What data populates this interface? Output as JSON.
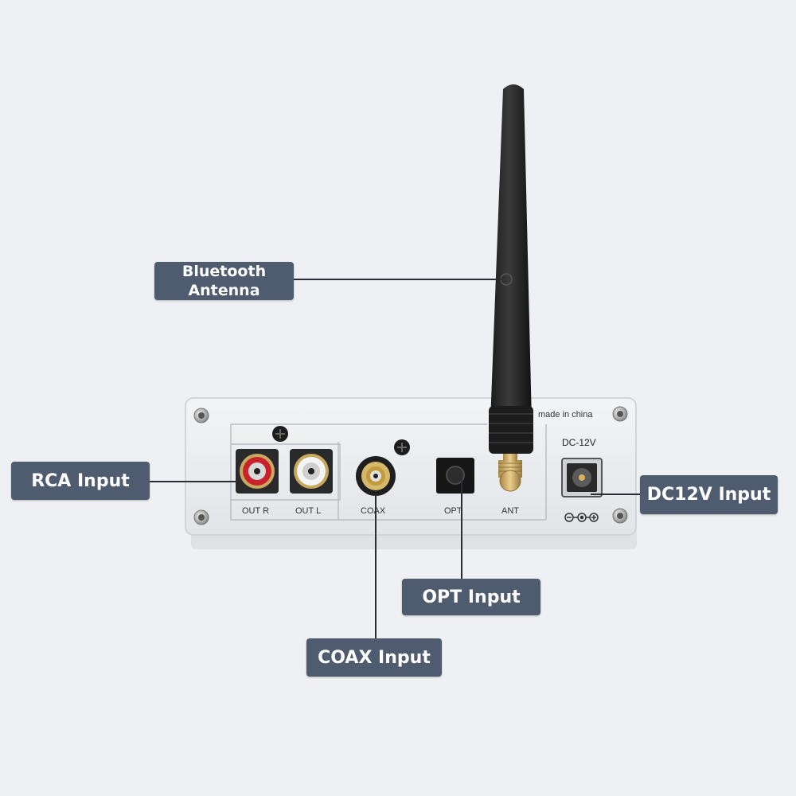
{
  "callouts": {
    "bluetooth_line1": "Bluetooth",
    "bluetooth_line2": "Antenna",
    "rca": "RCA Input",
    "dc12v": "DC12V Input",
    "opt": "OPT Input",
    "coax": "COAX Input"
  },
  "panel": {
    "made_in": "made in china",
    "dc_label": "DC-12V",
    "out_r": "OUT R",
    "out_l": "OUT L",
    "coax": "COAX",
    "opt": "OPT",
    "ant": "ANT"
  },
  "colors": {
    "callout_bg": "#4f5b6e",
    "background": "#eef0f3",
    "panel": "#e9eaec",
    "leader_line": "#2a2d33"
  },
  "icons": [
    "screw-icon",
    "rca-red-jack-icon",
    "rca-white-jack-icon",
    "coax-jack-icon",
    "optical-port-icon",
    "antenna-icon",
    "dc-barrel-jack-icon",
    "polarity-symbol-icon"
  ]
}
